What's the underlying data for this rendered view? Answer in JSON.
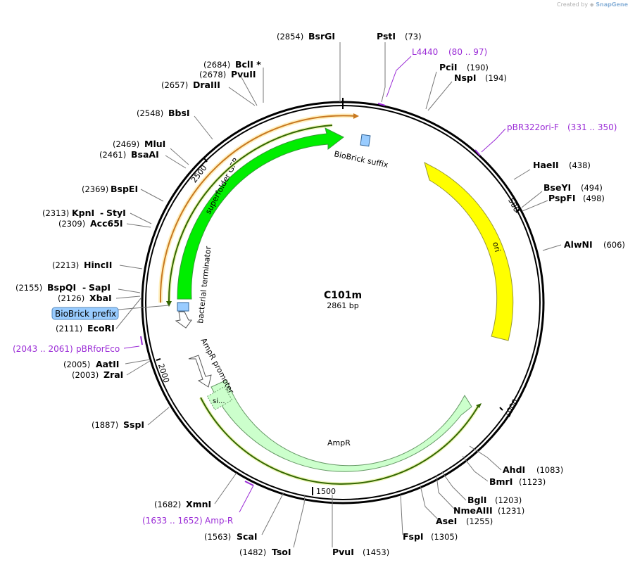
{
  "credit": {
    "prefix": "Created by",
    "brand": "SnapGene"
  },
  "plasmid": {
    "name": "C101m",
    "length_label": "2861 bp",
    "length": 2861
  },
  "tick_labels": [
    "500",
    "1000",
    "1500",
    "2000",
    "2500"
  ],
  "colors": {
    "backbone": "#000000",
    "ori": "#ffff00",
    "gfp": "#00ee00",
    "ampr": "#ccffcc",
    "biobrick": "#99ccff",
    "primer": "#9a2bd6",
    "orf_orange": "#f0b050",
    "orf_green": "#55aa22"
  },
  "features": {
    "ori": "ori",
    "ampr": "AmpR",
    "gfp": "superfolder GFP",
    "terminator": "bacterial terminator",
    "ampr_promoter": "AmpR promoter",
    "suffix": "BioBrick suffix",
    "prefix": "BioBrick prefix",
    "signal": "si..."
  },
  "sites": [
    {
      "pos": "(2854)",
      "name": "BsrGI"
    },
    {
      "pos": "(73)",
      "name": "PstI"
    },
    {
      "pos": "(2684)",
      "name": "BclI *"
    },
    {
      "pos": "(2678)",
      "name": "PvuII"
    },
    {
      "pos": "(2657)",
      "name": "DraIII"
    },
    {
      "pos": "(190)",
      "name": "PciI"
    },
    {
      "pos": "(194)",
      "name": "NspI"
    },
    {
      "pos": "(2548)",
      "name": "BbsI"
    },
    {
      "pos": "(2469)",
      "name": "MluI"
    },
    {
      "pos": "(2461)",
      "name": "BsaAI"
    },
    {
      "pos": "(438)",
      "name": "HaeII"
    },
    {
      "pos": "(494)",
      "name": "BseYI"
    },
    {
      "pos": "(498)",
      "name": "PspFI"
    },
    {
      "pos": "(2369)",
      "name": "BspEI"
    },
    {
      "pos": "(2313)",
      "name": "KpnI",
      "extra": "StyI"
    },
    {
      "pos": "(2309)",
      "name": "Acc65I"
    },
    {
      "pos": "(606)",
      "name": "AlwNI"
    },
    {
      "pos": "(2213)",
      "name": "HincII"
    },
    {
      "pos": "(2155)",
      "name": "BspQI",
      "extra": "SapI"
    },
    {
      "pos": "(2126)",
      "name": "XbaI"
    },
    {
      "pos": "(2111)",
      "name": "EcoRI"
    },
    {
      "pos": "(2005)",
      "name": "AatII"
    },
    {
      "pos": "(2003)",
      "name": "ZraI"
    },
    {
      "pos": "(1887)",
      "name": "SspI"
    },
    {
      "pos": "(1083)",
      "name": "AhdI"
    },
    {
      "pos": "(1123)",
      "name": "BmrI"
    },
    {
      "pos": "(1682)",
      "name": "XmnI"
    },
    {
      "pos": "(1203)",
      "name": "BglI"
    },
    {
      "pos": "(1231)",
      "name": "NmeAIII"
    },
    {
      "pos": "(1255)",
      "name": "AseI"
    },
    {
      "pos": "(1563)",
      "name": "ScaI"
    },
    {
      "pos": "(1482)",
      "name": "TsoI"
    },
    {
      "pos": "(1453)",
      "name": "PvuI"
    },
    {
      "pos": "(1305)",
      "name": "FspI"
    }
  ],
  "primers": [
    {
      "name": "L4440",
      "range": "(80 .. 97)"
    },
    {
      "name": "pBR322ori-F",
      "range": "(331 .. 350)"
    },
    {
      "name": "pBRforEco",
      "range": "(2043 .. 2061)"
    },
    {
      "name": "Amp-R",
      "range": "(1633 .. 1652)"
    }
  ]
}
